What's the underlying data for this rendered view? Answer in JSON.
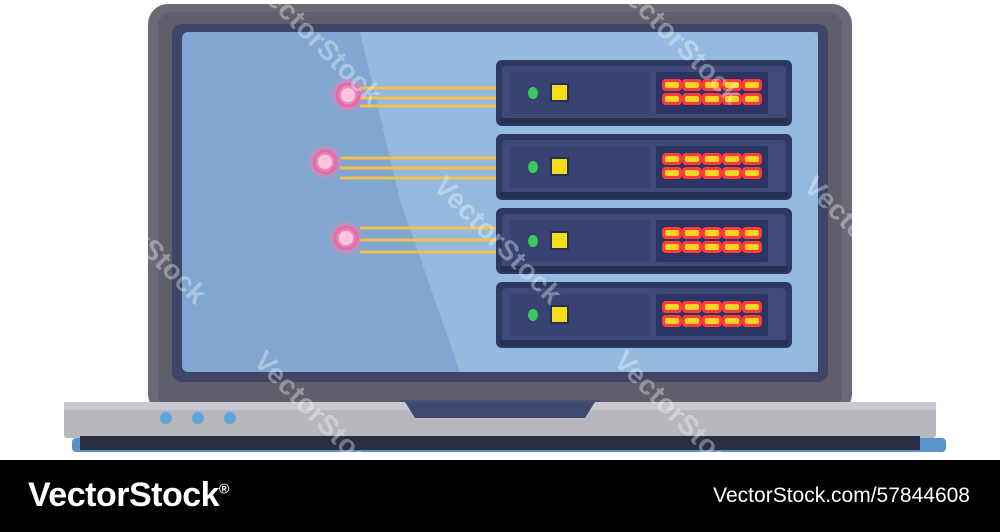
{
  "watermark": {
    "text": "VectorStock"
  },
  "footer": {
    "brand": "VectorStock",
    "brand_suffix": "®",
    "image_id": "VectorStock.com/57844608"
  },
  "colors": {
    "laptop_frame": "#6a6a77",
    "screen": "#7ea6cf",
    "server_body": "#3f4a79",
    "led_green": "#3fc75f",
    "led_yellow": "#f7dc18",
    "display_red": "#ff3c3c",
    "display_yellow": "#ffd323",
    "cable": "#f4c14c",
    "node_pink": "#ff7bb0",
    "base": "#b7b7be",
    "base_dark": "#2a3042",
    "base_leds": "#5da4dc"
  }
}
